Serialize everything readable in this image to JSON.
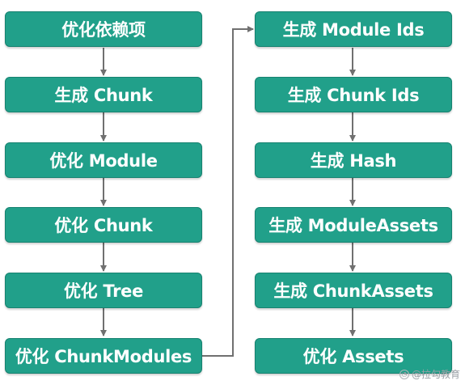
{
  "left_steps": [
    "优化依赖项",
    "生成 Chunk",
    "优化 Module",
    "优化 Chunk",
    "优化 Tree",
    "优化 ChunkModules"
  ],
  "right_steps": [
    "生成 Module Ids",
    "生成 Chunk Ids",
    "生成 Hash",
    "生成 ModuleAssets",
    "生成 ChunkAssets",
    "优化 Assets"
  ],
  "watermark": "@拉勾教育",
  "colors": {
    "box_fill": "#21a08a",
    "box_border": "#178270",
    "arrow": "#707070",
    "text": "#ffffff"
  }
}
